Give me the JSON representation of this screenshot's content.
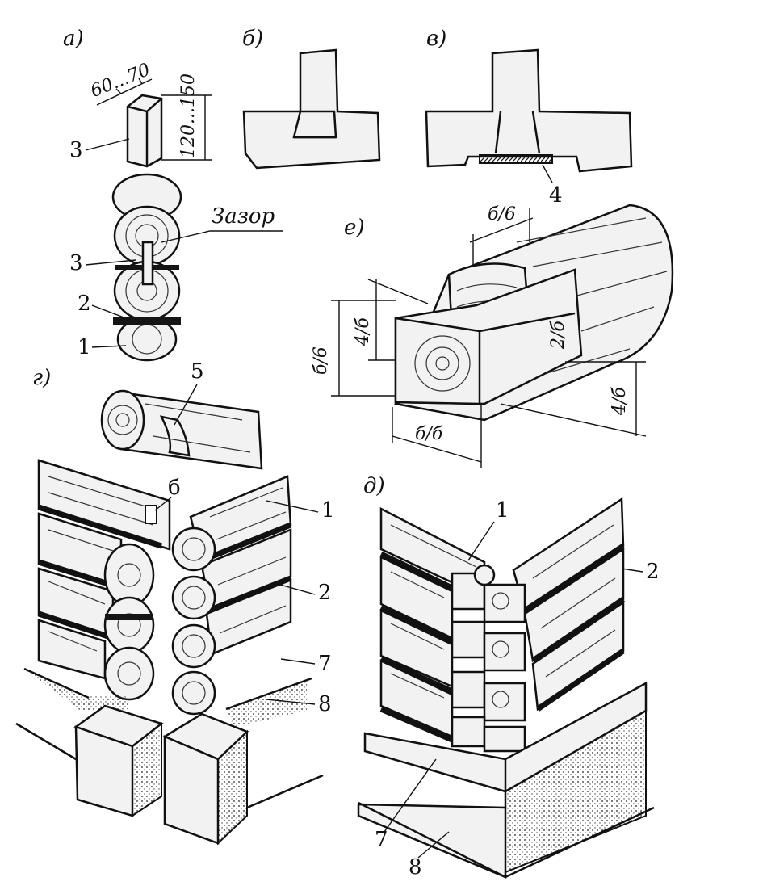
{
  "panel_labels": {
    "a": "а)",
    "b": "б)",
    "v": "в)",
    "g": "г)",
    "d": "д)",
    "e": "е)"
  },
  "dimensions": {
    "dowel_width": "60...70",
    "dowel_height": "120...150",
    "e_top": "б/6",
    "e_left": "б/6",
    "e_inner_left": "4/б",
    "e_inner_right": "2/б",
    "e_right": "4/б",
    "e_bottom": "б/б"
  },
  "annotations": {
    "gap": "Зазор"
  },
  "callouts": {
    "c1": "1",
    "c2": "2",
    "c3": "3",
    "c4": "4",
    "c5": "5",
    "c6": "б",
    "c7": "7",
    "c8": "8"
  }
}
